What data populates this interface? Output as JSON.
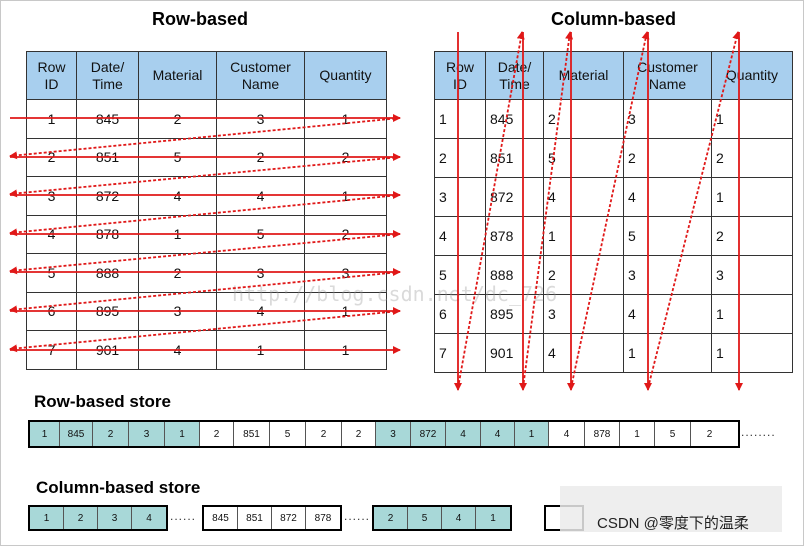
{
  "row_heading": "Row-based",
  "column_heading": "Column-based",
  "table": {
    "headers": [
      "Row\nID",
      "Date/\nTime",
      "Material",
      "Customer\nName",
      "Quantity"
    ],
    "rows": [
      [
        "1",
        "845",
        "2",
        "3",
        "1"
      ],
      [
        "2",
        "851",
        "5",
        "2",
        "2"
      ],
      [
        "3",
        "872",
        "4",
        "4",
        "1"
      ],
      [
        "4",
        "878",
        "1",
        "5",
        "2"
      ],
      [
        "5",
        "888",
        "2",
        "3",
        "3"
      ],
      [
        "6",
        "895",
        "3",
        "4",
        "1"
      ],
      [
        "7",
        "901",
        "4",
        "1",
        "1"
      ]
    ]
  },
  "row_store": {
    "heading": "Row-based store",
    "cells": [
      "1",
      "845",
      "2",
      "3",
      "1",
      "2",
      "851",
      "5",
      "2",
      "2",
      "3",
      "872",
      "4",
      "4",
      "1",
      "4",
      "878",
      "1",
      "5",
      "2"
    ],
    "highlight": [
      true,
      true,
      true,
      true,
      true,
      false,
      false,
      false,
      false,
      false,
      true,
      true,
      true,
      true,
      true,
      false,
      false,
      false,
      false,
      false
    ],
    "continuation": "........"
  },
  "column_store": {
    "heading": "Column-based store",
    "groups": [
      {
        "cells": [
          "1",
          "2",
          "3",
          "4"
        ],
        "highlight": true
      },
      {
        "cells": [
          "845",
          "851",
          "872",
          "878"
        ],
        "highlight": false
      },
      {
        "cells": [
          "2",
          "5",
          "4",
          "1"
        ],
        "highlight": true
      }
    ],
    "continuation": "......"
  },
  "watermark": "http://blog.csdn.net/dc_726",
  "credit": "CSDN @零度下的温柔",
  "colors": {
    "header_fill": "#a8cfee",
    "store_highlight": "#a8d8d8",
    "arrow_red": "#e01818"
  }
}
